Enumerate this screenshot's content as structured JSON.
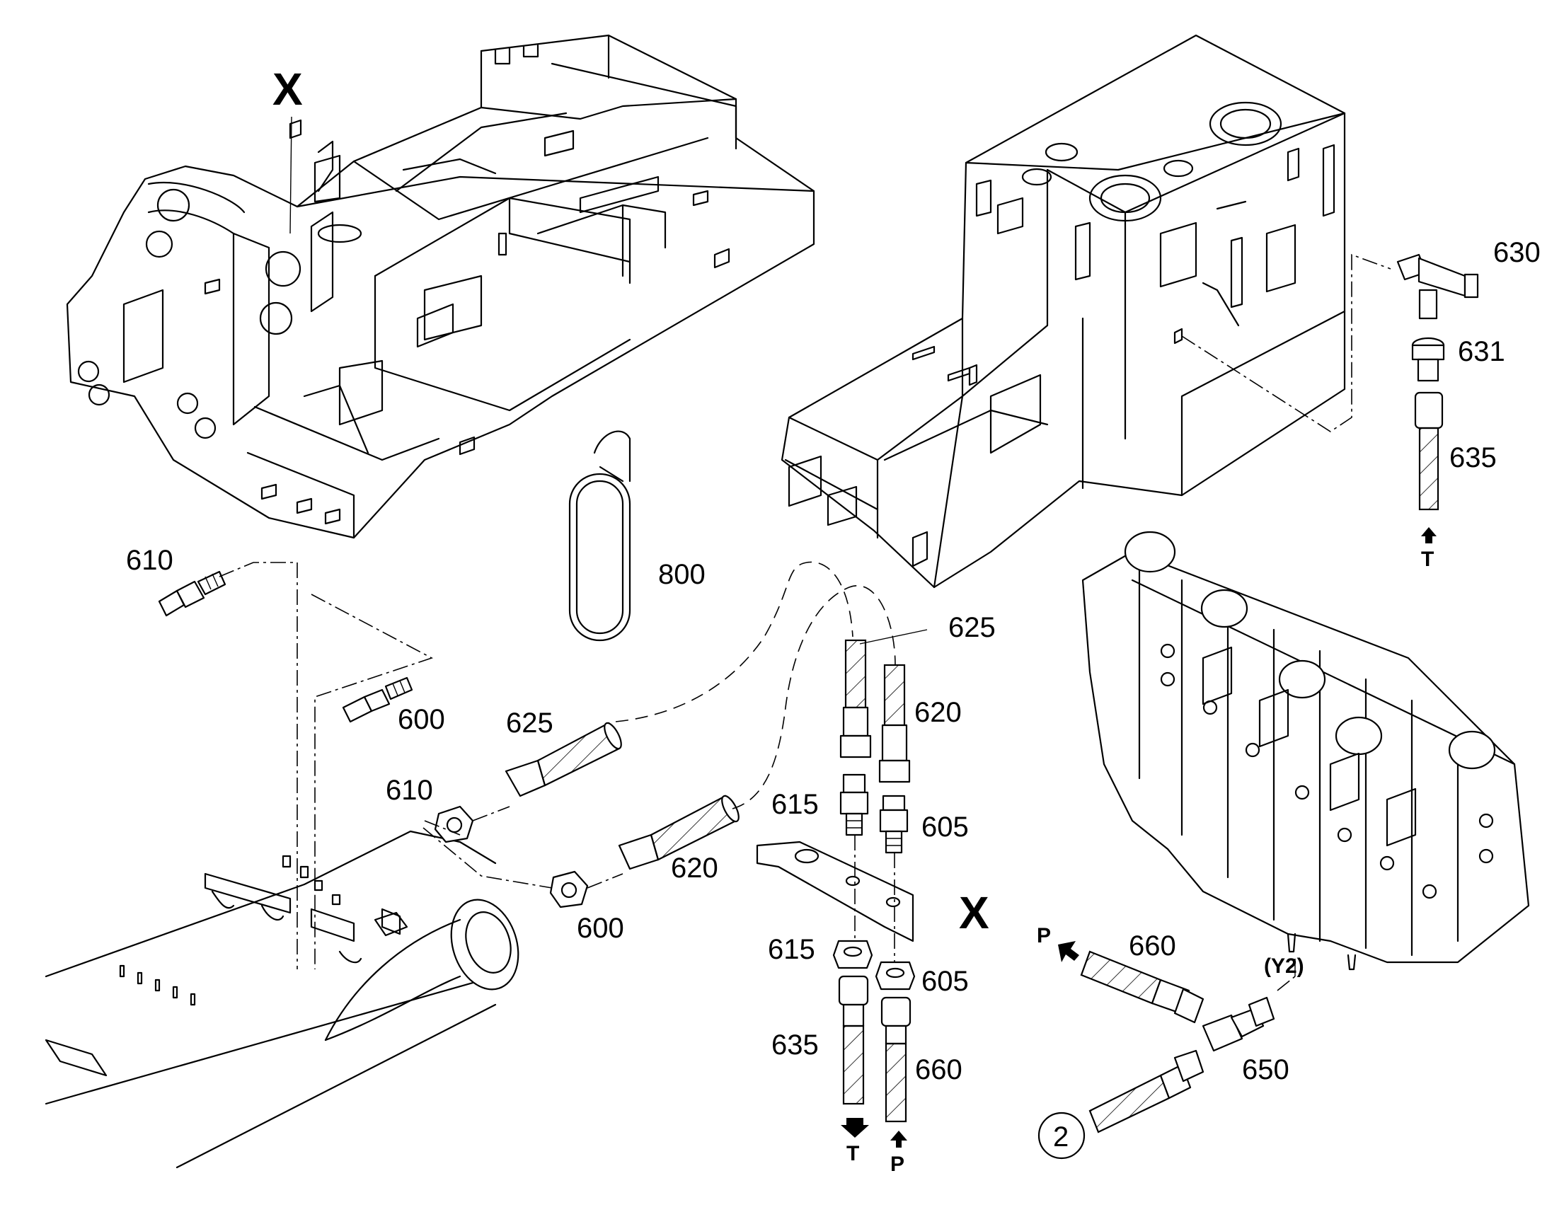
{
  "section_markers": {
    "x_top": "X",
    "x_bottom": "X"
  },
  "callouts": {
    "c610_top": "610",
    "c600_mid": "600",
    "c800": "800",
    "c625_hose": "625",
    "c610_nut": "610",
    "c620_hose": "620",
    "c600_nut": "600",
    "c625_top": "625",
    "c620_top": "620",
    "c615_fit": "615",
    "c605_fit": "605",
    "c615_nut": "615",
    "c605_nut": "605",
    "c635_bottom": "635",
    "c660_bottom": "660",
    "c630": "630",
    "c631": "631",
    "c635_right": "635",
    "c660_right": "660",
    "c650": "650"
  },
  "ports": {
    "t_right": "T",
    "t_bottom": "T",
    "p_bottom": "P",
    "p_right": "P",
    "y2": "(Y2)"
  },
  "reference_circle": "2"
}
